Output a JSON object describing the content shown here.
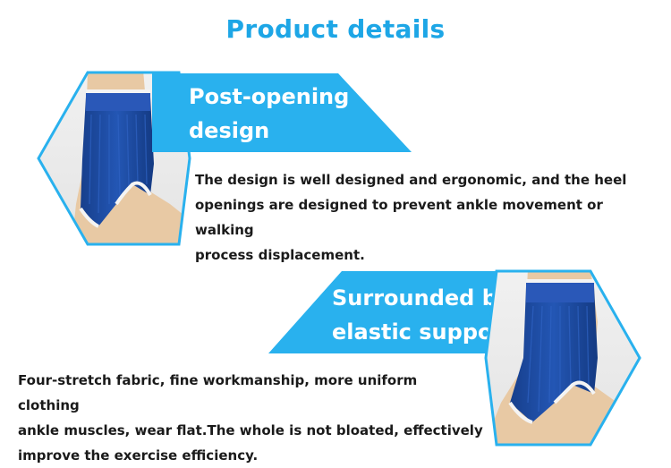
{
  "header": {
    "title": "Product details"
  },
  "features": [
    {
      "heading_line1": "Post-opening",
      "heading_line2": "design",
      "description_line1": "The design is well designed and ergonomic, and the heel",
      "description_line2": "openings are designed to prevent ankle movement or walking",
      "description_line3": "process displacement."
    },
    {
      "heading_line1": "Surrounded by",
      "heading_line2": "elastic support",
      "description_line1": "Four-stretch fabric, fine workmanship, more uniform clothing",
      "description_line2": "ankle muscles, wear flat.The whole is not bloated, effectively",
      "description_line3": "improve the exercise efficiency."
    }
  ],
  "colors": {
    "accent": "#1da6e6",
    "banner": "#29b1ee",
    "sleeve": "#1a4aa0",
    "skin": "#e8c9a4"
  },
  "icons": [
    "ankle-support-photo"
  ]
}
